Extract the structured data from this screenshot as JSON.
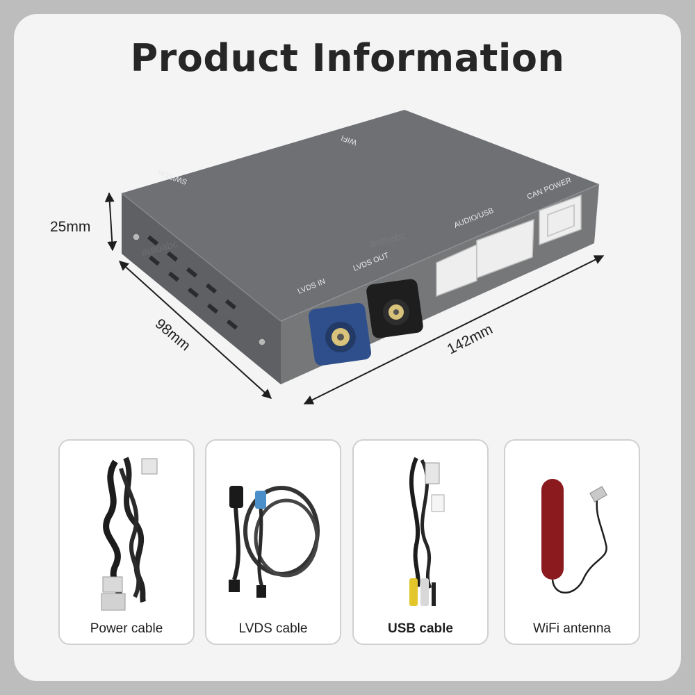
{
  "header": {
    "title": "Product Information"
  },
  "dimensions": {
    "height": "25mm",
    "depth": "98mm",
    "width": "142mm"
  },
  "ports": {
    "lvds_in": "LVDS IN",
    "lvds_out": "LVDS OUT",
    "audio_usb": "AUDIO/USB",
    "can_power": "CAN POWER",
    "wifi": "WIFI",
    "switch": "SWITCH"
  },
  "watermark": "autoabc",
  "accessories": [
    {
      "label": "Power cable",
      "icon": "power-cable-icon"
    },
    {
      "label": "LVDS cable",
      "icon": "lvds-cable-icon"
    },
    {
      "label": "USB cable",
      "icon": "usb-cable-icon"
    },
    {
      "label": "WiFi antenna",
      "icon": "wifi-antenna-icon"
    }
  ],
  "colors": {
    "box": "#6b6d70",
    "lvds_in": "#2e4f8c",
    "lvds_out": "#1e1e1e",
    "connector": "#eeeeee",
    "antenna": "#8a1a1e"
  }
}
